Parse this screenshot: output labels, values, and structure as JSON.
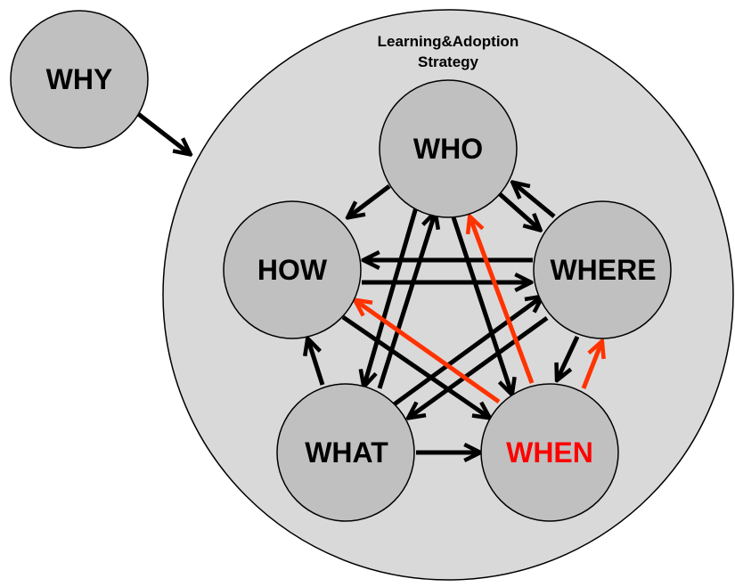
{
  "title_line1": "Learning&Adoption",
  "title_line2": "Strategy",
  "nodes": {
    "why": "WHY",
    "who": "WHO",
    "how": "HOW",
    "where": "WHERE",
    "what": "WHAT",
    "when": "WHEN"
  },
  "colors": {
    "circle_fill": "#c0c0c0",
    "outer_fill": "#d9d9d9",
    "stroke": "#000000",
    "arrow_black": "#000000",
    "arrow_red": "#ff3300",
    "when_label": "#ff0000"
  }
}
